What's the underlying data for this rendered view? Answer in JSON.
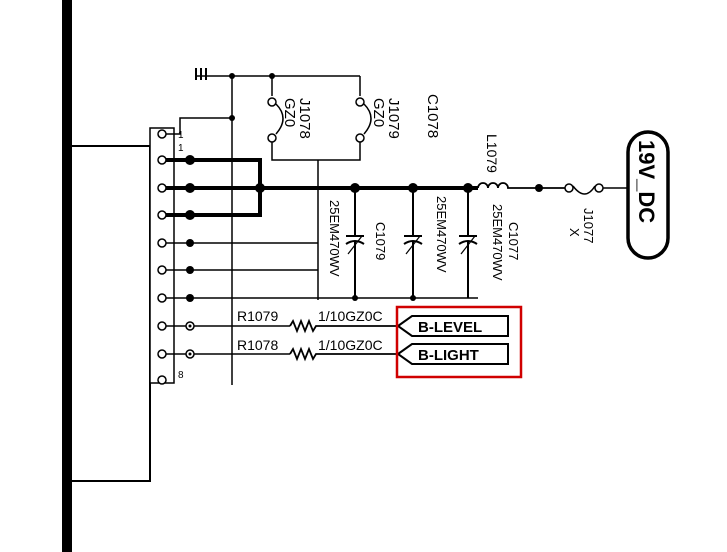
{
  "connector": {
    "pin_first": "1",
    "pin_first_sub": "1",
    "pin_last": "8"
  },
  "jumpers": {
    "j1078": {
      "ref": "J1078",
      "value": "GZ0"
    },
    "j1079": {
      "ref": "J1079",
      "value": "GZ0"
    },
    "j1077": {
      "ref": "J1077",
      "value": "X"
    }
  },
  "capacitors": {
    "c1078": {
      "ref": "C1078"
    },
    "c1079": {
      "ref": "C1079",
      "value": "25EM470WV"
    },
    "c1077": {
      "ref": "C1077",
      "value": "25EM470WV"
    },
    "cmid": {
      "value": "25EM470WV"
    }
  },
  "inductor": {
    "ref": "L1079"
  },
  "resistors": {
    "r1079": {
      "ref": "R1079",
      "value": "1/10GZ0C"
    },
    "r1078": {
      "ref": "R1078",
      "value": "1/10GZ0C"
    }
  },
  "signals": {
    "b_level": "B-LEVEL",
    "b_light": "B-LIGHT",
    "power": "19V_DC"
  },
  "highlight_color": "#d00000"
}
